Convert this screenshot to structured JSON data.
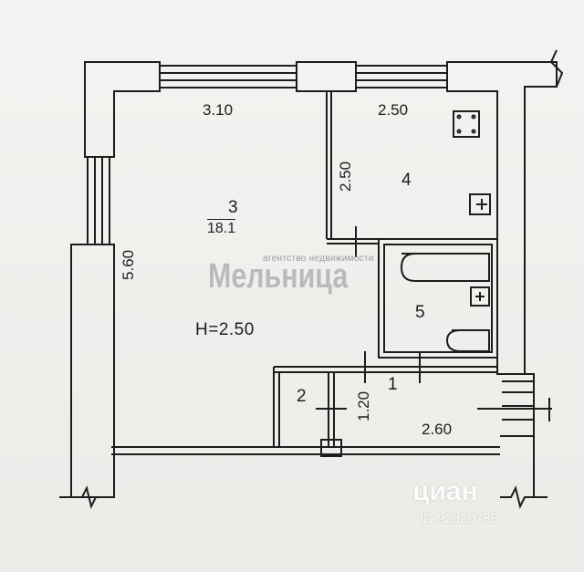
{
  "plan": {
    "room_main": {
      "number": "3",
      "area": "18.1",
      "width": "3.10",
      "length": "5.60"
    },
    "room_kitchen": {
      "number": "4",
      "width": "2.50",
      "length": "2.50"
    },
    "room_bath": {
      "number": "5"
    },
    "room_closet": {
      "number": "2"
    },
    "room_hall": {
      "number": "1",
      "width": "2.60",
      "length": "1.20"
    },
    "ceiling_height": "H=2.50"
  },
  "watermark": {
    "agency_caption": "агентство недвижимости",
    "agency_name": "Мельница",
    "portal_name": "циан",
    "listing_id": "ID 92320785"
  },
  "colors": {
    "ink": "#1d1d1d",
    "paper": "#efefed",
    "watermark": "#a9a9a9"
  }
}
